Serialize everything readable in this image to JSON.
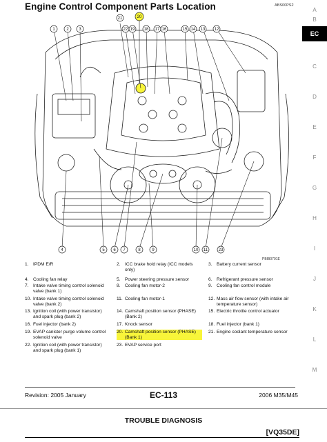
{
  "header": {
    "title": "Engine Control Component Parts Location",
    "code_id": "ABS00PS2"
  },
  "side_tabs": [
    "A",
    "B",
    "EC",
    "C",
    "D",
    "E",
    "F",
    "G",
    "H",
    "I",
    "J",
    "K",
    "L",
    "M"
  ],
  "active_tab": "EC",
  "figure": {
    "figure_id": "PBIB0791E",
    "callouts": [
      "1",
      "2",
      "3",
      "4",
      "5",
      "6",
      "7",
      "8",
      "9",
      "10",
      "11",
      "12",
      "13",
      "14",
      "15",
      "16",
      "17",
      "18",
      "19",
      "20",
      "21",
      "22",
      "23"
    ],
    "highlight_color": "#f8f53a"
  },
  "legend": [
    {
      "num": "1.",
      "text": "IPDM E/R"
    },
    {
      "num": "2.",
      "text": "ICC brake hold relay (ICC models only)"
    },
    {
      "num": "3.",
      "text": "Battery current sensor"
    },
    {
      "num": "4.",
      "text": "Cooling fan relay"
    },
    {
      "num": "5.",
      "text": "Power steering pressure sensor"
    },
    {
      "num": "6.",
      "text": "Refrigerant pressure sensor"
    },
    {
      "num": "7.",
      "text": "Intake valve timing control solenoid valve (bank 1)"
    },
    {
      "num": "8.",
      "text": "Cooling fan motor-2"
    },
    {
      "num": "9.",
      "text": "Cooling fan control module"
    },
    {
      "num": "10.",
      "text": "Intake valve timing control solenoid valve (bank 2)"
    },
    {
      "num": "11.",
      "text": "Cooling fan motor-1"
    },
    {
      "num": "12.",
      "text": "Mass air flow sensor (with intake air temperature sensor)"
    },
    {
      "num": "13.",
      "text": "Ignition coil (with power transistor) and spark plug (bank 2)"
    },
    {
      "num": "14.",
      "text": "Camshaft position sensor (PHASE) (Bank 2)"
    },
    {
      "num": "15.",
      "text": "Electric throttle control actuator"
    },
    {
      "num": "16.",
      "text": "Fuel injector (bank 2)"
    },
    {
      "num": "17.",
      "text": "Knock sensor"
    },
    {
      "num": "18.",
      "text": "Fuel injector (bank 1)"
    },
    {
      "num": "19.",
      "text": "EVAP canister purge volume control solenoid valve"
    },
    {
      "num": "20.",
      "text": "Camshaft position sensor (PHASE) (Bank 1)",
      "highlight": true
    },
    {
      "num": "21.",
      "text": "Engine coolant temperature sensor"
    },
    {
      "num": "22.",
      "text": "Ignition coil (with power transistor) and spark plug (bank 1)"
    },
    {
      "num": "23.",
      "text": "EVAP service port"
    }
  ],
  "footer": {
    "revision": "Revision: 2005 January",
    "page_number": "EC-113",
    "model": "2006 M35/M45"
  },
  "next_page": {
    "section_title": "TROUBLE DIAGNOSIS",
    "engine_code": "[VQ35DE]"
  }
}
